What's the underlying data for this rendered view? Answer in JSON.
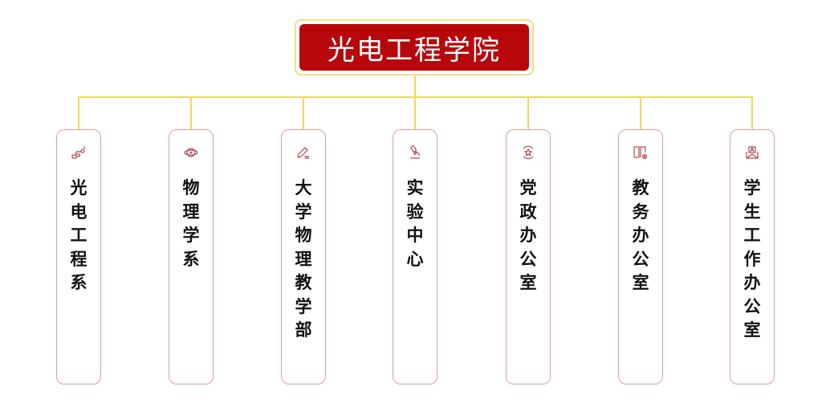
{
  "root": {
    "title": "光电工程学院"
  },
  "colors": {
    "root_fill": "#b8070b",
    "connector": "#f2d65a",
    "card_border": "#d9a0a0",
    "icon": "#b5474b"
  },
  "children": [
    {
      "label": "光电工程系",
      "icon": "usb-cable-icon"
    },
    {
      "label": "物理学系",
      "icon": "atom-icon"
    },
    {
      "label": "大学物理教学部",
      "icon": "pen-write-icon"
    },
    {
      "label": "实验中心",
      "icon": "microscope-icon"
    },
    {
      "label": "党政办公室",
      "icon": "star-badge-icon"
    },
    {
      "label": "教务办公室",
      "icon": "book-settings-icon"
    },
    {
      "label": "学生工作办公室",
      "icon": "mail-user-icon"
    }
  ]
}
